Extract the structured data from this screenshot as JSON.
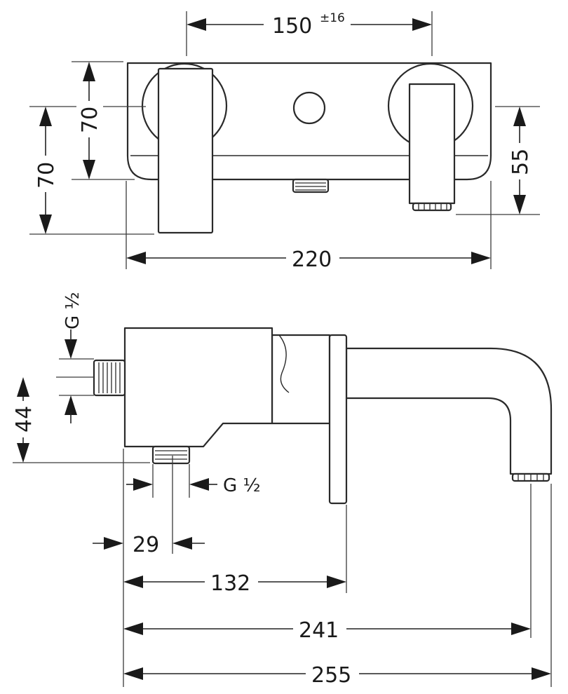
{
  "front_view": {
    "dim_spacing": {
      "value": "150",
      "tolerance": "±16"
    },
    "dim_body_height": "70",
    "dim_lever_height": "70",
    "dim_spout_height": "55",
    "dim_width": "220"
  },
  "side_view": {
    "thread_top": "G ½",
    "dim_offset": "44",
    "thread_bottom": "G ½",
    "dim_29": "29",
    "dim_132": "132",
    "dim_241": "241",
    "dim_255": "255"
  }
}
